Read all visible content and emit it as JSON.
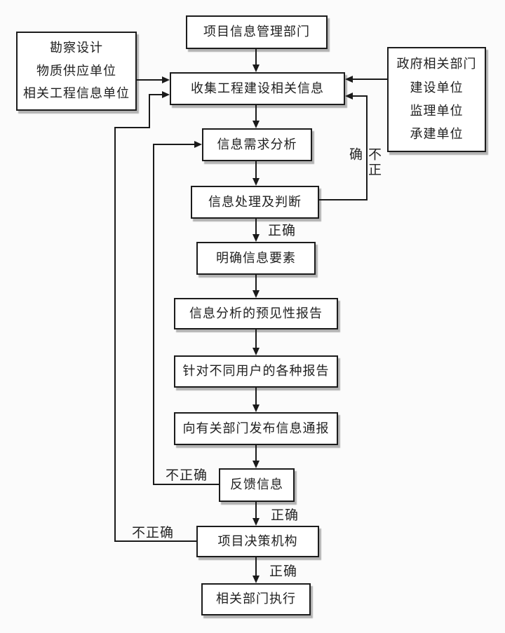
{
  "diagram": {
    "background_color": "#fbfbfb",
    "line_color": "#1a1a1a",
    "box_fill_color": "#ffffff",
    "box_border_color": "#1c1c1c",
    "shadow_color": "#9a9a9a"
  },
  "nodes": {
    "info_dept": "项目信息管理部门",
    "collect": "收集工程建设相关信息",
    "need_analysis": "信息需求分析",
    "process_judge": "信息处理及判断",
    "clarify_elements": "明确信息要素",
    "forecast_report": "信息分析的预见性报告",
    "user_reports": "针对不同用户的各种报告",
    "publish_notice": "向有关部门发布信息通报",
    "feedback": "反馈信息",
    "decision_org": "项目决策机构",
    "execute": "相关部门执行"
  },
  "left_sources": [
    "勘察设计",
    "物质供应单位",
    "相关工程信息单位"
  ],
  "right_sources": [
    "政府相关部门",
    "建设单位",
    "监理单位",
    "承建单位"
  ],
  "edge_labels": {
    "correct": "正确",
    "incorrect": "不正确"
  }
}
